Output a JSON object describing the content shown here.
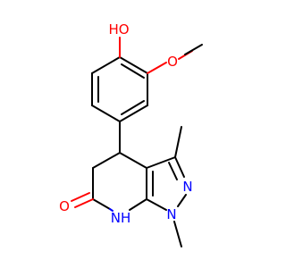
{
  "molecule": {
    "atom_labels": {
      "hydroxyl": "HO",
      "methoxy_oxygen": "O",
      "pyrazole_n2": "N",
      "pyrazole_n1": "N",
      "lactam_nh": "NH",
      "carbonyl_oxygen": "O"
    },
    "colors": {
      "bond": "#000000",
      "oxygen": "#ff0000",
      "nitrogen": "#0000ff"
    }
  }
}
